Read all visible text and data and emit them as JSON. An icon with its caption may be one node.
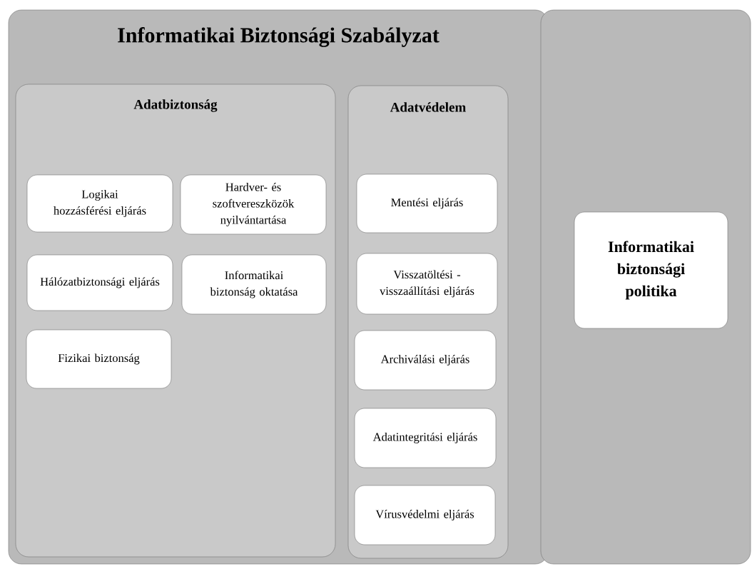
{
  "diagram": {
    "nodes": [
      {
        "text": [
          "Informatikai Biztonsági Szabályzat"
        ]
      },
      {
        "text": [
          "Adatbiztonság"
        ],
        "in": 0
      },
      {
        "text": [
          "Adatvédelem"
        ],
        "in": 0
      },
      {
        "text": [
          "Logikai hozzásférési eljárás"
        ],
        "in": 1
      },
      {
        "text": [
          "Hardver- és szoftvereszközök nyilvántartása"
        ],
        "in": 1
      },
      {
        "text": [
          "Hálózatbiztonsági eljárás"
        ],
        "in": 1
      },
      {
        "text": [
          "Informatikai biztonság oktatása"
        ],
        "in": 1
      },
      {
        "text": [
          "Fizikai biztonság"
        ],
        "in": 1
      },
      {
        "text": [
          "Mentési eljárás"
        ],
        "in": 2
      },
      {
        "text": [
          "Visszatöltési - visszaállítási eljárás"
        ],
        "in": 2
      },
      {
        "text": [
          "Archiválási eljárás"
        ],
        "in": 2
      },
      {
        "text": [
          "Adatintegritási eljárás"
        ],
        "in": 2
      },
      {
        "text": [
          "Vírusvédelmi eljárás"
        ],
        "in": 2
      },
      {
        "text": [],
        "shape": "box"
      },
      {
        "text": [
          "Informatikai biztonsági politika"
        ],
        "in": 13
      }
    ]
  }
}
